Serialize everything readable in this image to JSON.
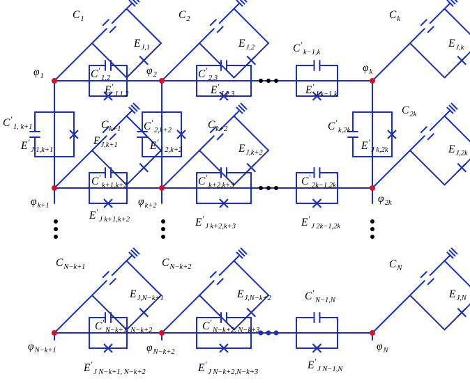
{
  "diagram": {
    "colors": {
      "wire": "#1a2fbf",
      "node": "#d6102a",
      "ellipsis": "#000000",
      "ellipsis_blue": "#1a2fbf"
    },
    "labels": {
      "C1": {
        "base": "C",
        "sub": "1"
      },
      "EJ1": {
        "base": "E",
        "sub": "J,1"
      },
      "phi1": {
        "base": "φ",
        "sub": "1"
      },
      "C12p": {
        "base": "C",
        "prime": "′",
        "sub": "1,2"
      },
      "EJ12p": {
        "base": "E",
        "prime": "′",
        "sub": "J 1,2"
      },
      "C2": {
        "base": "C",
        "sub": "2"
      },
      "EJ2": {
        "base": "E",
        "sub": "J,2"
      },
      "phi2": {
        "base": "φ",
        "sub": "2"
      },
      "C23p": {
        "base": "C",
        "prime": "′",
        "sub": "2,3"
      },
      "EJ23p": {
        "base": "E",
        "prime": "′",
        "sub": "J 2,3"
      },
      "Ck1kp": {
        "base": "C",
        "prime": "′",
        "sub": "k−1,k"
      },
      "EJk1kp": {
        "base": "E",
        "prime": "′",
        "sub": "J k−1,k"
      },
      "Ck": {
        "base": "C",
        "sub": "k"
      },
      "EJk": {
        "base": "E",
        "sub": "J,k"
      },
      "phik": {
        "base": "φ",
        "sub": "k"
      },
      "C1k1p": {
        "base": "C",
        "prime": "′",
        "sub": "1, k+1"
      },
      "EJ1k1p": {
        "base": "E",
        "prime": "′",
        "sub": "J 1,k+1"
      },
      "Ck1": {
        "base": "C",
        "sub": "k+1"
      },
      "EJk1": {
        "base": "E",
        "sub": "J,k+1"
      },
      "C2k2p": {
        "base": "C",
        "prime": "′",
        "sub": "2,k+2"
      },
      "EJ2k2p": {
        "base": "E",
        "prime": "′",
        "sub": "J 2,k+2"
      },
      "Ck2": {
        "base": "C",
        "sub": "k+2"
      },
      "EJk2": {
        "base": "E",
        "sub": "J,k+2"
      },
      "Ck2kp": {
        "base": "C",
        "prime": "′",
        "sub": "k,2k"
      },
      "EJk2kp": {
        "base": "E",
        "prime": "′",
        "sub": "J k,2k"
      },
      "C2k": {
        "base": "C",
        "sub": "2k"
      },
      "EJ2k": {
        "base": "E",
        "sub": "J,2k"
      },
      "Ck1k2p": {
        "base": "C",
        "prime": "′",
        "sub": "k+1,k+2"
      },
      "EJk1k2p": {
        "base": "E",
        "prime": "′",
        "sub": "J k+1,k+2"
      },
      "Ck2k3p": {
        "base": "C",
        "prime": "′",
        "sub": "k+2,k+3"
      },
      "EJk2k3p": {
        "base": "E",
        "prime": "′",
        "sub": "J k+2,k+3"
      },
      "C2k12kp": {
        "base": "C",
        "prime": "′",
        "sub": "2k−1,2k"
      },
      "EJ2k12kp": {
        "base": "E",
        "prime": "′",
        "sub": "J 2k−1,2k"
      },
      "phik1": {
        "base": "φ",
        "sub": "k+1"
      },
      "phik2": {
        "base": "φ",
        "sub": "k+2"
      },
      "phi2k": {
        "base": "φ",
        "sub": "2k"
      },
      "CNk1": {
        "base": "C",
        "sub": "N−k+1"
      },
      "EJNk1": {
        "base": "E",
        "sub": "J,N−k+1"
      },
      "CNk2": {
        "base": "C",
        "sub": "N−k+2"
      },
      "EJNk2": {
        "base": "E",
        "sub": "J,N−k+2"
      },
      "CN1Np": {
        "base": "C",
        "prime": "′",
        "sub": "N−1,N"
      },
      "EJN1Np": {
        "base": "E",
        "prime": "′",
        "sub": "J N−1,N"
      },
      "CN": {
        "base": "C",
        "sub": "N"
      },
      "EJN": {
        "base": "E",
        "sub": "J,N"
      },
      "CNk1Nk2p": {
        "base": "C",
        "prime": "′",
        "sub": "N−k+1, N−k+2"
      },
      "EJNk1Nk2p": {
        "base": "E",
        "prime": "′",
        "sub": "J N−k+1, N−k+2"
      },
      "CNk2Nk3p": {
        "base": "C",
        "prime": "′",
        "sub": "N−k+2, N−k+3"
      },
      "EJNk2Nk3p": {
        "base": "E",
        "prime": "′",
        "sub": "J N−k+2,N−k+3"
      },
      "phiNk1": {
        "base": "φ",
        "sub": "N−k+1"
      },
      "phiNk2": {
        "base": "φ",
        "sub": "N−k+2"
      },
      "phiN": {
        "base": "φ",
        "sub": "N"
      }
    }
  }
}
